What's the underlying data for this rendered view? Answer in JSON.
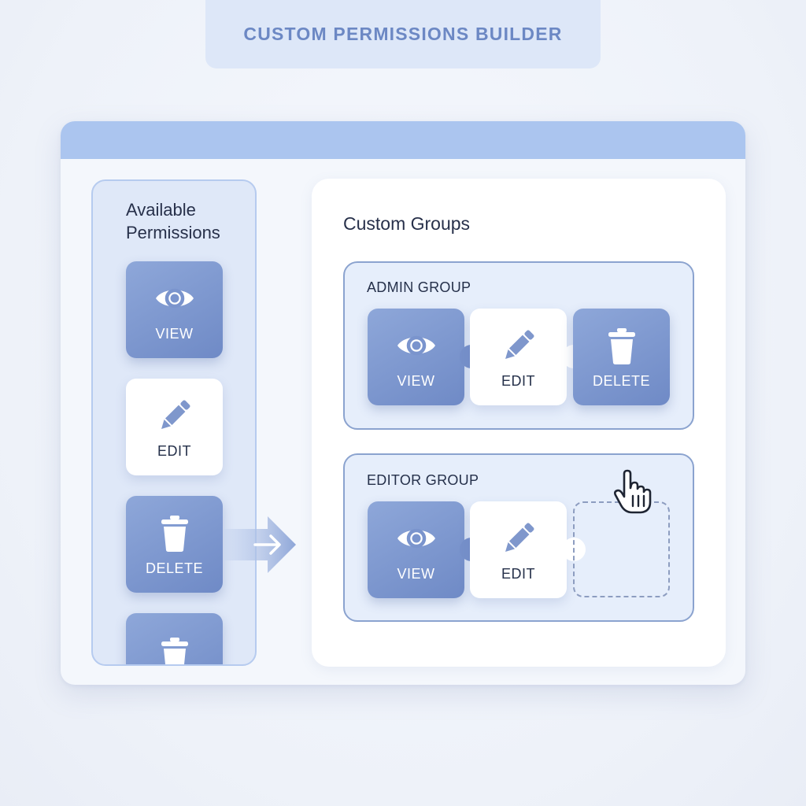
{
  "header": {
    "title": "CUSTOM PERMISSIONS BUILDER"
  },
  "colors": {
    "accent_blue": "#7690ca",
    "window_bar": "#abc5ef",
    "group_border": "#8ba3cf",
    "palette_bg": "#dfe8f8"
  },
  "palette": {
    "title": "Available Permissions",
    "items": [
      {
        "label": "VIEW",
        "icon": "eye-icon",
        "style": "blue"
      },
      {
        "label": "EDIT",
        "icon": "pencil-icon",
        "style": "white"
      },
      {
        "label": "DELETE",
        "icon": "trash-icon",
        "style": "blue"
      },
      {
        "label": "",
        "icon": "trash-icon",
        "style": "blue"
      }
    ]
  },
  "groups_panel": {
    "title": "Custom Groups",
    "groups": [
      {
        "name": "ADMIN GROUP",
        "permissions": [
          {
            "label": "VIEW",
            "icon": "eye-icon"
          },
          {
            "label": "EDIT",
            "icon": "pencil-icon"
          },
          {
            "label": "DELETE",
            "icon": "trash-icon"
          }
        ]
      },
      {
        "name": "EDITOR GROUP",
        "permissions": [
          {
            "label": "VIEW",
            "icon": "eye-icon"
          },
          {
            "label": "EDIT",
            "icon": "pencil-icon"
          }
        ],
        "empty_slot": true
      }
    ]
  },
  "drag_indicator": {
    "icon": "arrow-right-icon"
  },
  "cursor": {
    "icon": "hand-pointer-icon"
  }
}
